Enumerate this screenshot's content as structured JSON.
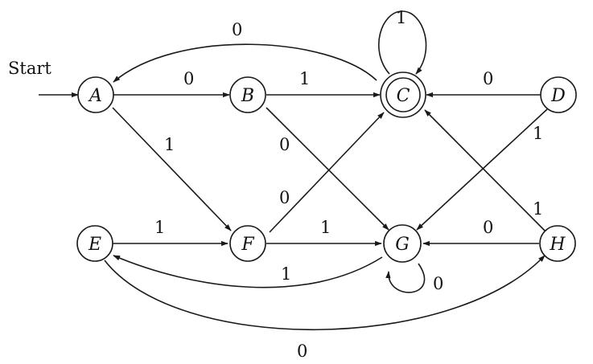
{
  "diagram": {
    "start_label": "Start",
    "start_state": "A",
    "accepting_states": [
      "C"
    ],
    "states": [
      "A",
      "B",
      "C",
      "D",
      "E",
      "F",
      "G",
      "H"
    ],
    "transitions": [
      {
        "from": "A",
        "to": "B",
        "symbol": "0"
      },
      {
        "from": "A",
        "to": "F",
        "symbol": "1"
      },
      {
        "from": "B",
        "to": "C",
        "symbol": "1"
      },
      {
        "from": "B",
        "to": "G",
        "symbol": "0"
      },
      {
        "from": "C",
        "to": "A",
        "symbol": "0"
      },
      {
        "from": "C",
        "to": "C",
        "symbol": "1"
      },
      {
        "from": "D",
        "to": "C",
        "symbol": "0"
      },
      {
        "from": "D",
        "to": "G",
        "symbol": "1"
      },
      {
        "from": "E",
        "to": "F",
        "symbol": "1"
      },
      {
        "from": "E",
        "to": "H",
        "symbol": "0"
      },
      {
        "from": "F",
        "to": "C",
        "symbol": "0"
      },
      {
        "from": "F",
        "to": "G",
        "symbol": "1"
      },
      {
        "from": "G",
        "to": "E",
        "symbol": "1"
      },
      {
        "from": "G",
        "to": "G",
        "symbol": "0"
      },
      {
        "from": "H",
        "to": "G",
        "symbol": "0"
      },
      {
        "from": "H",
        "to": "C",
        "symbol": "1"
      }
    ]
  }
}
